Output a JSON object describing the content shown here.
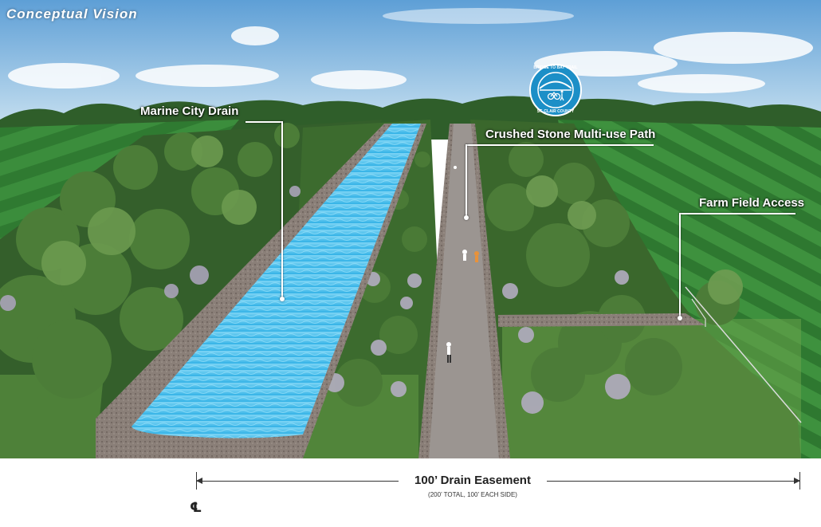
{
  "header": {
    "title": "Conceptual Vision"
  },
  "labels": {
    "marine_city_drain": "Marine City Drain",
    "crushed_stone_path": "Crushed Stone Multi-use Path",
    "farm_field_access": "Farm Field Access"
  },
  "badge": {
    "top_text": "BRIDGE TO BAY TRAIL",
    "bottom_text": "ST. CLAIR COUNTY",
    "icon": "bike-hiker-icon"
  },
  "dimension": {
    "label": "100’ Drain Easement",
    "sublabel": "(200’ TOTAL, 100’ EACH SIDE)",
    "centerline_symbol": "℄"
  },
  "colors": {
    "sky": "#7fb4dd",
    "water": "#4fc0ea",
    "field_green": "#3a8a3c",
    "path": "#9a9490",
    "badge_blue": "#1c8fc7"
  }
}
